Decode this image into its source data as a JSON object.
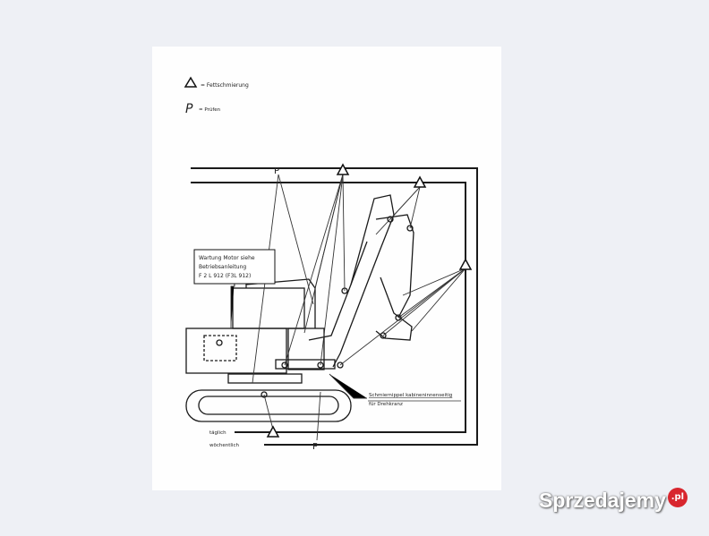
{
  "legend": {
    "grease_symbol": "triangle-icon",
    "grease_label": "= Fettschmierung",
    "check_symbol": "P",
    "check_label": "= Prüfen"
  },
  "callouts": {
    "engine_line1": "Wartung Motor siehe",
    "engine_line2": "Betriebsanleitung",
    "engine_line3": "F 2 L 912 (F3L 912)",
    "turntable_line1": "Schmiernippel kabineninnenseitig",
    "turntable_line2": "für Drehkranz"
  },
  "intervals": {
    "daily": "täglich",
    "weekly": "wöchentlich"
  },
  "markers": {
    "p_top": "P",
    "p_bottom": "P"
  },
  "watermark": {
    "text": "Sprzedajemy",
    "badge": ".pl"
  }
}
